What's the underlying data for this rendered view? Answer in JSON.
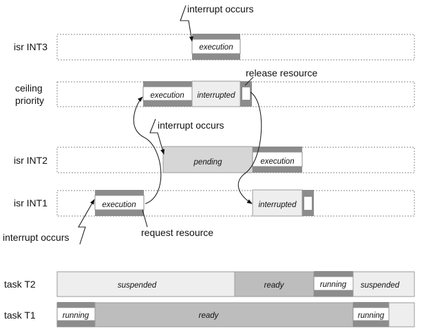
{
  "rows": {
    "int3": "isr INT3",
    "ceiling_1": "ceiling",
    "ceiling_2": "priority",
    "int2": "isr INT2",
    "int1": "isr INT1",
    "t2": "task T2",
    "t1": "task T1"
  },
  "blocks": {
    "execution": "execution",
    "interrupted": "interrupted",
    "pending": "pending",
    "suspended": "suspended",
    "ready": "ready",
    "running": "running"
  },
  "annotations": {
    "interrupt_occurs": "interrupt occurs",
    "release_resource": "release resource",
    "request_resource": "request resource"
  },
  "colors": {
    "dark_bar": "#8c8c8c",
    "mid_fill": "#c8c8c8",
    "light_fill": "#eeeeee",
    "ready_fill": "#bdbdbd"
  }
}
